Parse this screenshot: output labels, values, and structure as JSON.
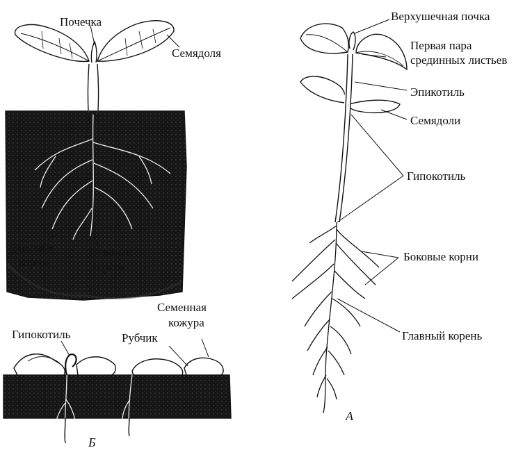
{
  "figure": {
    "panel_a_letter": "А",
    "panel_b_letter": "Б",
    "top_left": {
      "pochechka": "Почечка",
      "semyadolya": "Семядоля",
      "bokovye_korni_line1": "Боковые",
      "bokovye_korni_line2": "корни",
      "glavny_koren_line1": "Главный",
      "glavny_koren_line2": "корень"
    },
    "bottom_left": {
      "gipokotil": "Гипокотиль",
      "rubchik": "Рубчик",
      "semennaya_line1": "Семенная",
      "semennaya_line2": "кожура"
    },
    "right": {
      "verkhushechnaya_pochka": "Верхушечная почка",
      "pervaya_para_line1": "Первая пара",
      "pervaya_para_line2": "срединных листьев",
      "epikotil": "Эпикотиль",
      "semyadoli": "Семядоли",
      "gipokotil": "Гипокотиль",
      "bokovye_korni": "Боковые корни",
      "glavny_koren": "Главный корень"
    }
  },
  "colors": {
    "ink": "#111111",
    "soil": "#1a1a1a",
    "background": "#ffffff"
  }
}
